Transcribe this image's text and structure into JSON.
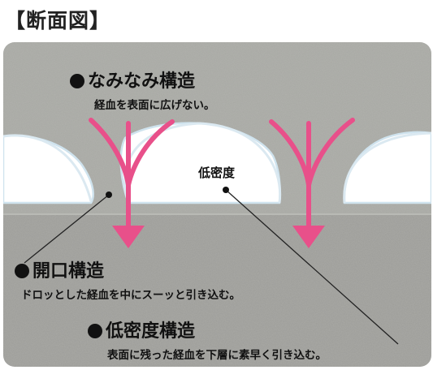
{
  "heading": "【断面図】",
  "labels": {
    "wave": {
      "title": "なみなみ構造",
      "desc": "経血を表面に広げない。"
    },
    "low_density": "低密度",
    "opening": {
      "title": "開口構造",
      "desc": "ドロッとした経血を中にスーッと引き込む。"
    },
    "low_density_structure": {
      "title": "低密度構造",
      "desc": "表面に残った経血を下層に素早く引き込む。"
    }
  },
  "colors": {
    "upper_layer": "#a7a8a3",
    "lower_layer": "#9c9c98",
    "hollow": "#ffffff",
    "arrow": "#e8508a",
    "leader_line": "#222222",
    "text": "#111111"
  }
}
